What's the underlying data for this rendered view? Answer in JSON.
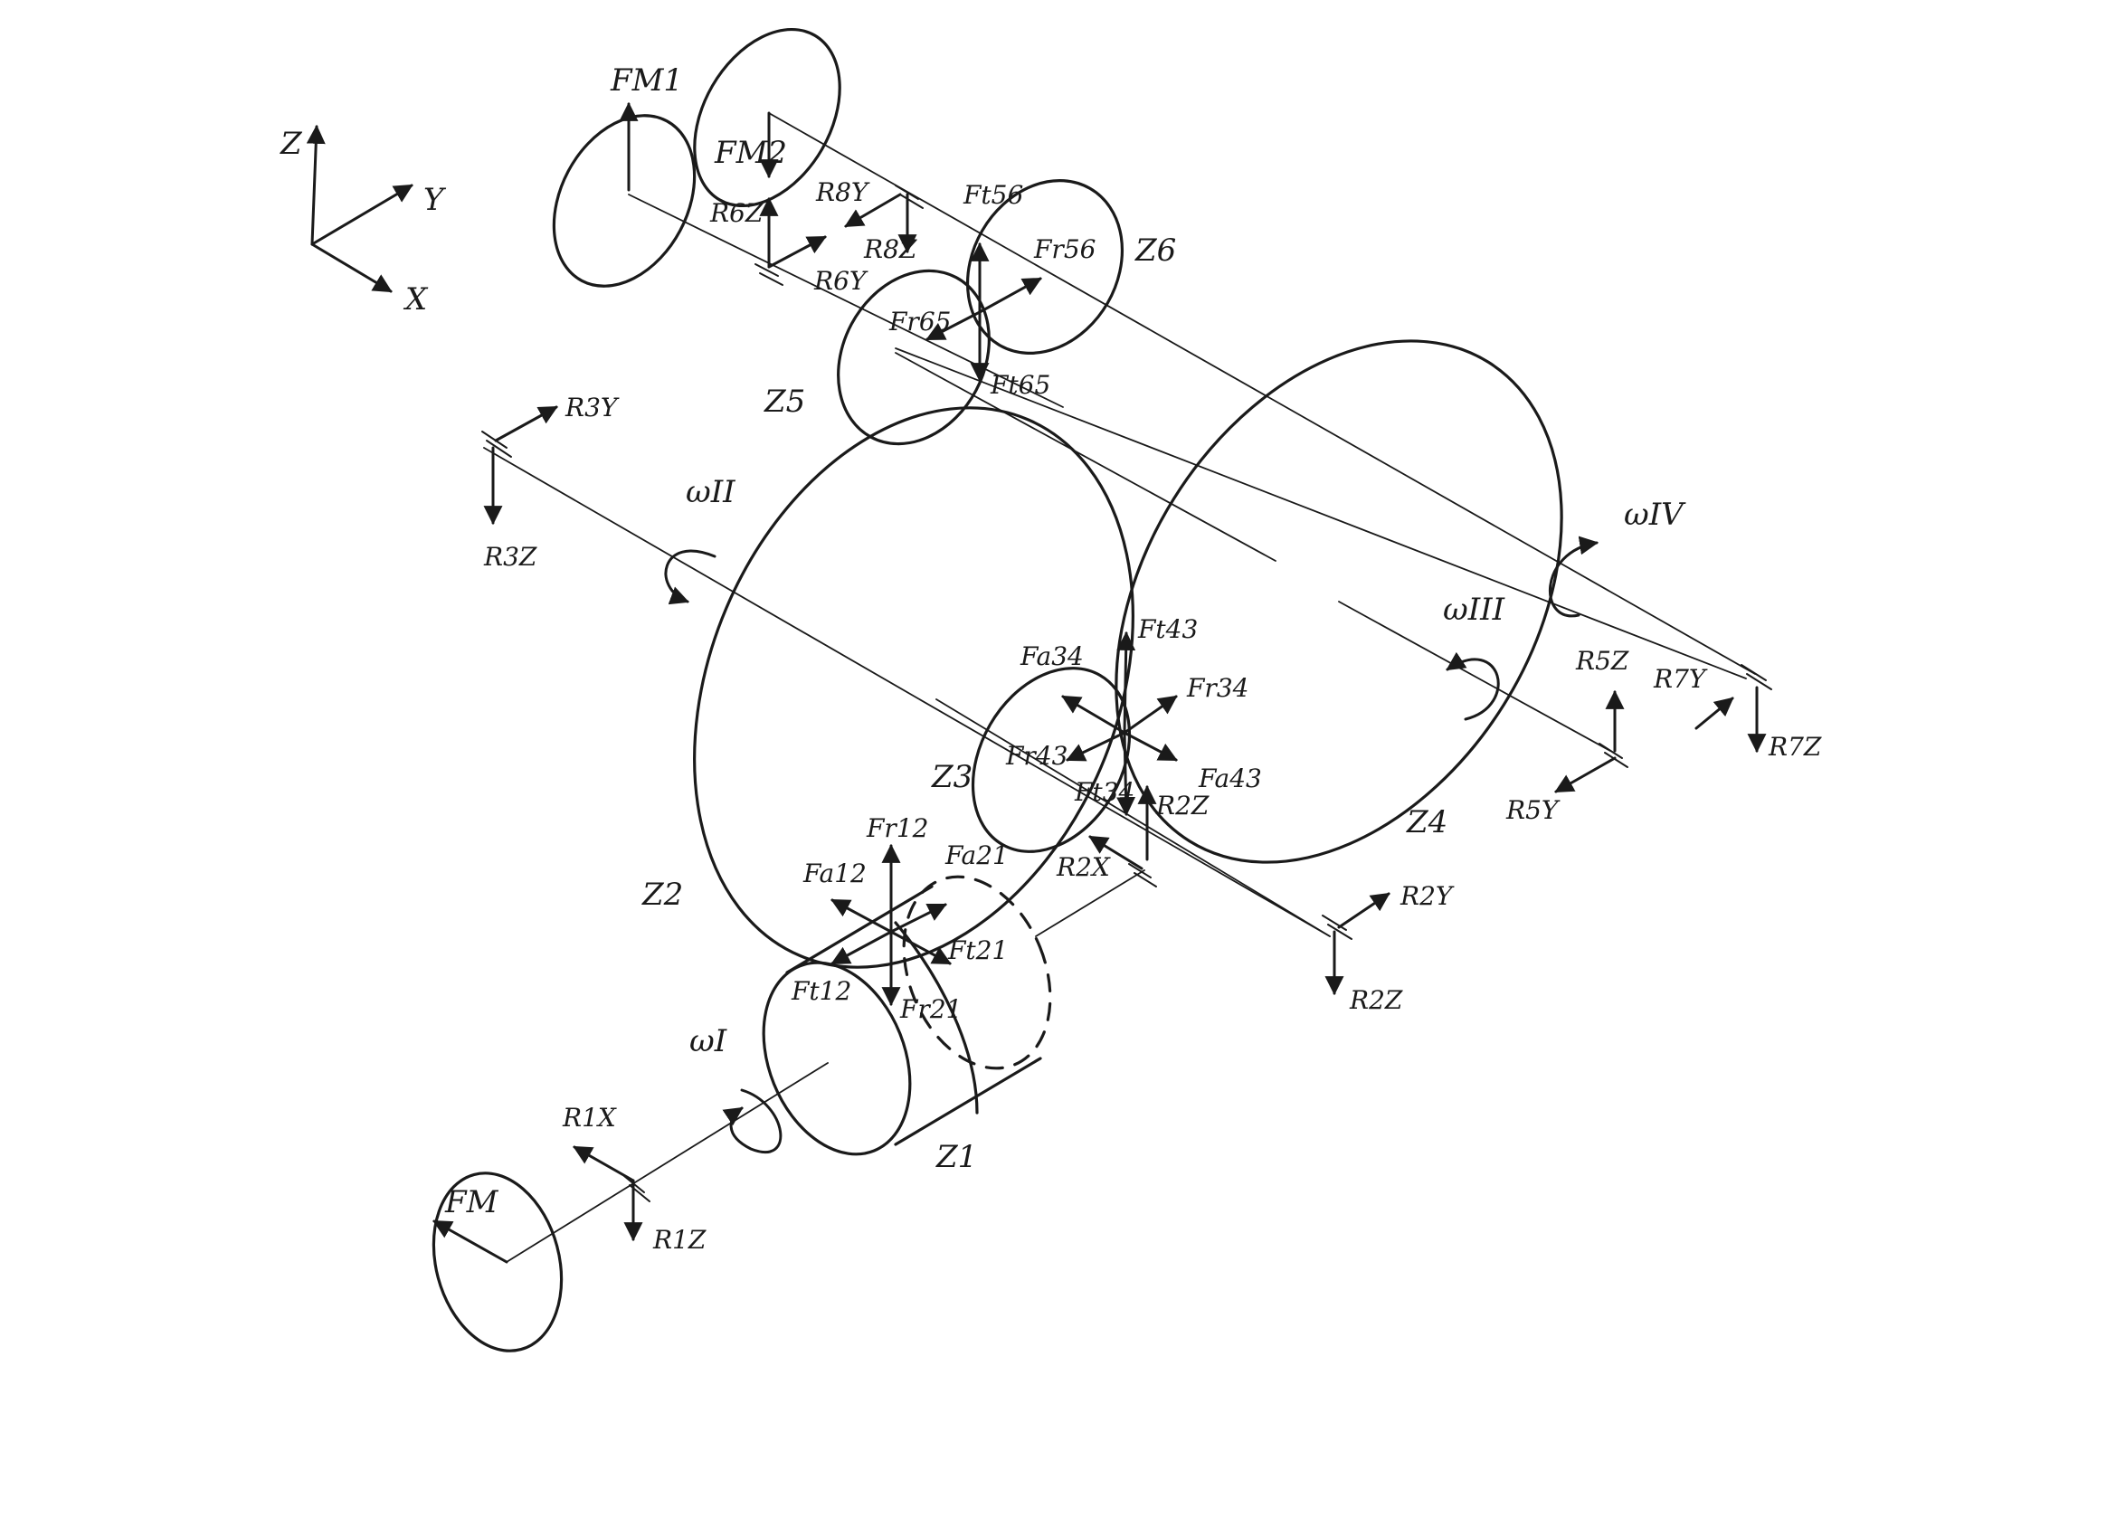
{
  "axes": {
    "z": "Z",
    "y": "Y",
    "x": "X"
  },
  "gears": {
    "z1": "Z1",
    "z2": "Z2",
    "z3": "Z3",
    "z4": "Z4",
    "z5": "Z5",
    "z6": "Z6"
  },
  "omegas": {
    "w1": "ωI",
    "w2": "ωII",
    "w3": "ωIII",
    "w4": "ωIV"
  },
  "forces": {
    "fm": "FM",
    "fm1": "FM1",
    "fm2": "FM2",
    "fr12": "Fr12",
    "fr21": "Fr21",
    "fa12": "Fa12",
    "fa21": "Fa21",
    "ft12": "Ft12",
    "ft21": "Ft21",
    "fa34": "Fa34",
    "fa43": "Fa43",
    "fr34": "Fr34",
    "fr43": "Fr43",
    "ft43": "Ft43",
    "ft34": "Ft34",
    "ft56": "Ft56",
    "fr56": "Fr56",
    "fr65": "Fr65",
    "ft65": "Ft65"
  },
  "reactions": {
    "r1x": "R1X",
    "r1z": "R1Z",
    "r2x": "R2X",
    "r2z_upper": "R2Z",
    "r2y": "R2Y",
    "r2z": "R2Z",
    "r3y": "R3Y",
    "r3z": "R3Z",
    "r5z": "R5Z",
    "r5y": "R5Y",
    "r7y": "R7Y",
    "r7z": "R7Z",
    "r6z": "R6Z",
    "r6y": "R6Y",
    "r8y": "R8Y",
    "r8z": "R8Z"
  }
}
